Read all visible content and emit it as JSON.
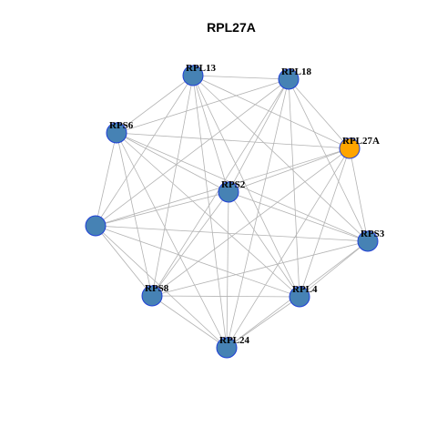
{
  "title": "RPL27A",
  "colors": {
    "node_default": "#4682b4",
    "node_highlight": "#ffa500",
    "node_border": "#1f3fd6",
    "edge": "#b3b3b3"
  },
  "nodes": [
    {
      "id": "RPL13",
      "label": "RPL13",
      "highlight": false
    },
    {
      "id": "RPL18",
      "label": "RPL18",
      "highlight": false
    },
    {
      "id": "RPS6",
      "label": "RPS6",
      "highlight": false
    },
    {
      "id": "RPL27A",
      "label": "RPL27A",
      "highlight": true
    },
    {
      "id": "RPS2",
      "label": "RPS2",
      "highlight": false
    },
    {
      "id": "N6",
      "label": "",
      "highlight": false
    },
    {
      "id": "RPS3",
      "label": "RPS3",
      "highlight": false
    },
    {
      "id": "RPS8",
      "label": "RPS8",
      "highlight": false
    },
    {
      "id": "RPL4",
      "label": "RPL4",
      "highlight": false
    },
    {
      "id": "RPL24",
      "label": "RPL24",
      "highlight": false
    }
  ],
  "edges": [
    [
      "RPL13",
      "RPL18"
    ],
    [
      "RPL13",
      "RPS6"
    ],
    [
      "RPL13",
      "RPL27A"
    ],
    [
      "RPL13",
      "RPS2"
    ],
    [
      "RPL13",
      "N6"
    ],
    [
      "RPL13",
      "RPS3"
    ],
    [
      "RPL13",
      "RPS8"
    ],
    [
      "RPL13",
      "RPL4"
    ],
    [
      "RPL13",
      "RPL24"
    ],
    [
      "RPL18",
      "RPS6"
    ],
    [
      "RPL18",
      "RPL27A"
    ],
    [
      "RPL18",
      "RPS2"
    ],
    [
      "RPL18",
      "N6"
    ],
    [
      "RPL18",
      "RPS3"
    ],
    [
      "RPL18",
      "RPS8"
    ],
    [
      "RPL18",
      "RPL4"
    ],
    [
      "RPL18",
      "RPL24"
    ],
    [
      "RPS6",
      "RPL27A"
    ],
    [
      "RPS6",
      "RPS2"
    ],
    [
      "RPS6",
      "N6"
    ],
    [
      "RPS6",
      "RPS3"
    ],
    [
      "RPS6",
      "RPS8"
    ],
    [
      "RPS6",
      "RPL4"
    ],
    [
      "RPS6",
      "RPL24"
    ],
    [
      "RPL27A",
      "RPS2"
    ],
    [
      "RPL27A",
      "N6"
    ],
    [
      "RPL27A",
      "RPS3"
    ],
    [
      "RPL27A",
      "RPS8"
    ],
    [
      "RPL27A",
      "RPL4"
    ],
    [
      "RPL27A",
      "RPL24"
    ],
    [
      "RPS2",
      "N6"
    ],
    [
      "RPS2",
      "RPS3"
    ],
    [
      "RPS2",
      "RPS8"
    ],
    [
      "RPS2",
      "RPL4"
    ],
    [
      "RPS2",
      "RPL24"
    ],
    [
      "N6",
      "RPS3"
    ],
    [
      "N6",
      "RPS8"
    ],
    [
      "N6",
      "RPL4"
    ],
    [
      "N6",
      "RPL24"
    ],
    [
      "RPS3",
      "RPS8"
    ],
    [
      "RPS3",
      "RPL4"
    ],
    [
      "RPS3",
      "RPL24"
    ],
    [
      "RPS8",
      "RPL4"
    ],
    [
      "RPS8",
      "RPL24"
    ],
    [
      "RPL4",
      "RPL24"
    ]
  ]
}
